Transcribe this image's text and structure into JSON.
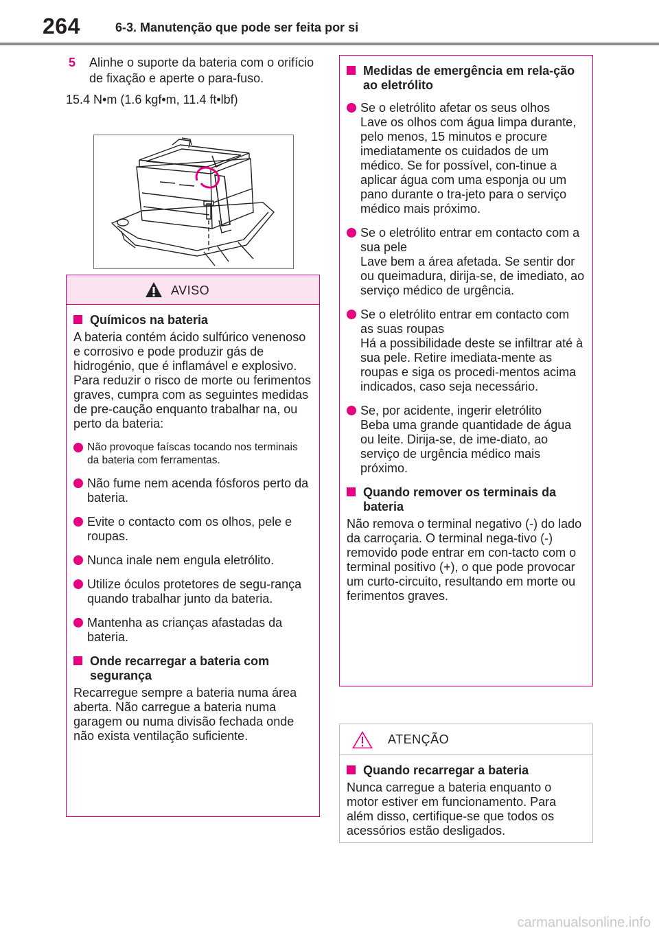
{
  "header": {
    "page_number": "264",
    "section_title": "6-3. Manutenção que pode ser feita por si"
  },
  "step": {
    "number": "5",
    "text": "Alinhe o suporte da bateria com o orifício de fixação e aperte o para-fuso.",
    "torque": "15.4 N•m (1.6 kgf•m, 11.4 ft•lbf)"
  },
  "aviso": {
    "title": "AVISO",
    "icon": "warning-triangle-icon",
    "section1_heading": "Químicos na bateria",
    "section1_text": "A bateria contém ácido sulfúrico venenoso e corrosivo e pode produzir gás de hidrogénio, que é inflamável e explosivo. Para reduzir o risco de morte ou ferimentos graves, cumpra com as seguintes medidas de pre-caução enquanto trabalhar na, ou perto da bateria:",
    "bullets": [
      "Não provoque faíscas tocando nos terminais da bateria com ferramentas.",
      "Não fume nem acenda fósforos perto da bateria.",
      "Evite o contacto com os olhos, pele e roupas.",
      "Nunca inale nem engula eletrólito.",
      "Utilize óculos protetores de segu-rança quando trabalhar junto da bateria.",
      "Mantenha as crianças afastadas da bateria."
    ],
    "section2_heading": "Onde recarregar a bateria com segurança",
    "section2_text": "Recarregue sempre a bateria numa área aberta. Não carregue a bateria numa garagem ou numa divisão fechada onde não exista ventilação suficiente."
  },
  "emergency": {
    "heading": "Medidas de emergência em rela-ção ao eletrólito",
    "items": [
      {
        "title": "Se o eletrólito afetar os seus olhos",
        "text": "Lave os olhos com água limpa durante, pelo menos, 15 minutos e procure imediatamente os cuidados de um médico. Se for possível, con-tinue a aplicar água com uma esponja ou um pano durante o tra-jeto para o serviço médico mais próximo."
      },
      {
        "title": "Se o eletrólito entrar em contacto com a sua pele",
        "text": "Lave bem a área afetada. Se sentir dor ou queimadura, dirija-se, de imediato, ao serviço médico de urgência."
      },
      {
        "title": "Se o eletrólito entrar em contacto com as suas roupas",
        "text": "Há a possibilidade deste se infiltrar até à sua pele. Retire imediata-mente as roupas e siga os procedi-mentos acima indicados, caso seja necessário."
      },
      {
        "title": "Se, por acidente, ingerir eletrólito",
        "text": "Beba uma grande quantidade de água ou leite. Dirija-se, de ime-diato, ao serviço de urgência médico mais próximo."
      }
    ],
    "terminals_heading": "Quando remover os terminais da bateria",
    "terminals_text": "Não remova o terminal negativo (-) do lado da carroçaria. O terminal nega-tivo (-) removido pode entrar em con-tacto com o terminal positivo (+), o que pode provocar um curto-circuito, resultando em morte ou ferimentos graves."
  },
  "atencao": {
    "title": "ATENÇÃO",
    "icon": "caution-triangle-icon",
    "heading": "Quando recarregar a bateria",
    "text": "Nunca carregue a bateria enquanto o motor estiver em funcionamento. Para além disso, certifique-se que todos os acessórios estão desligados."
  },
  "watermark": "carmanualsonline.info",
  "colors": {
    "accent": "#e4007f",
    "aviso_header_bg": "#fbe3ef",
    "header_rule": "#8c8c8c"
  }
}
